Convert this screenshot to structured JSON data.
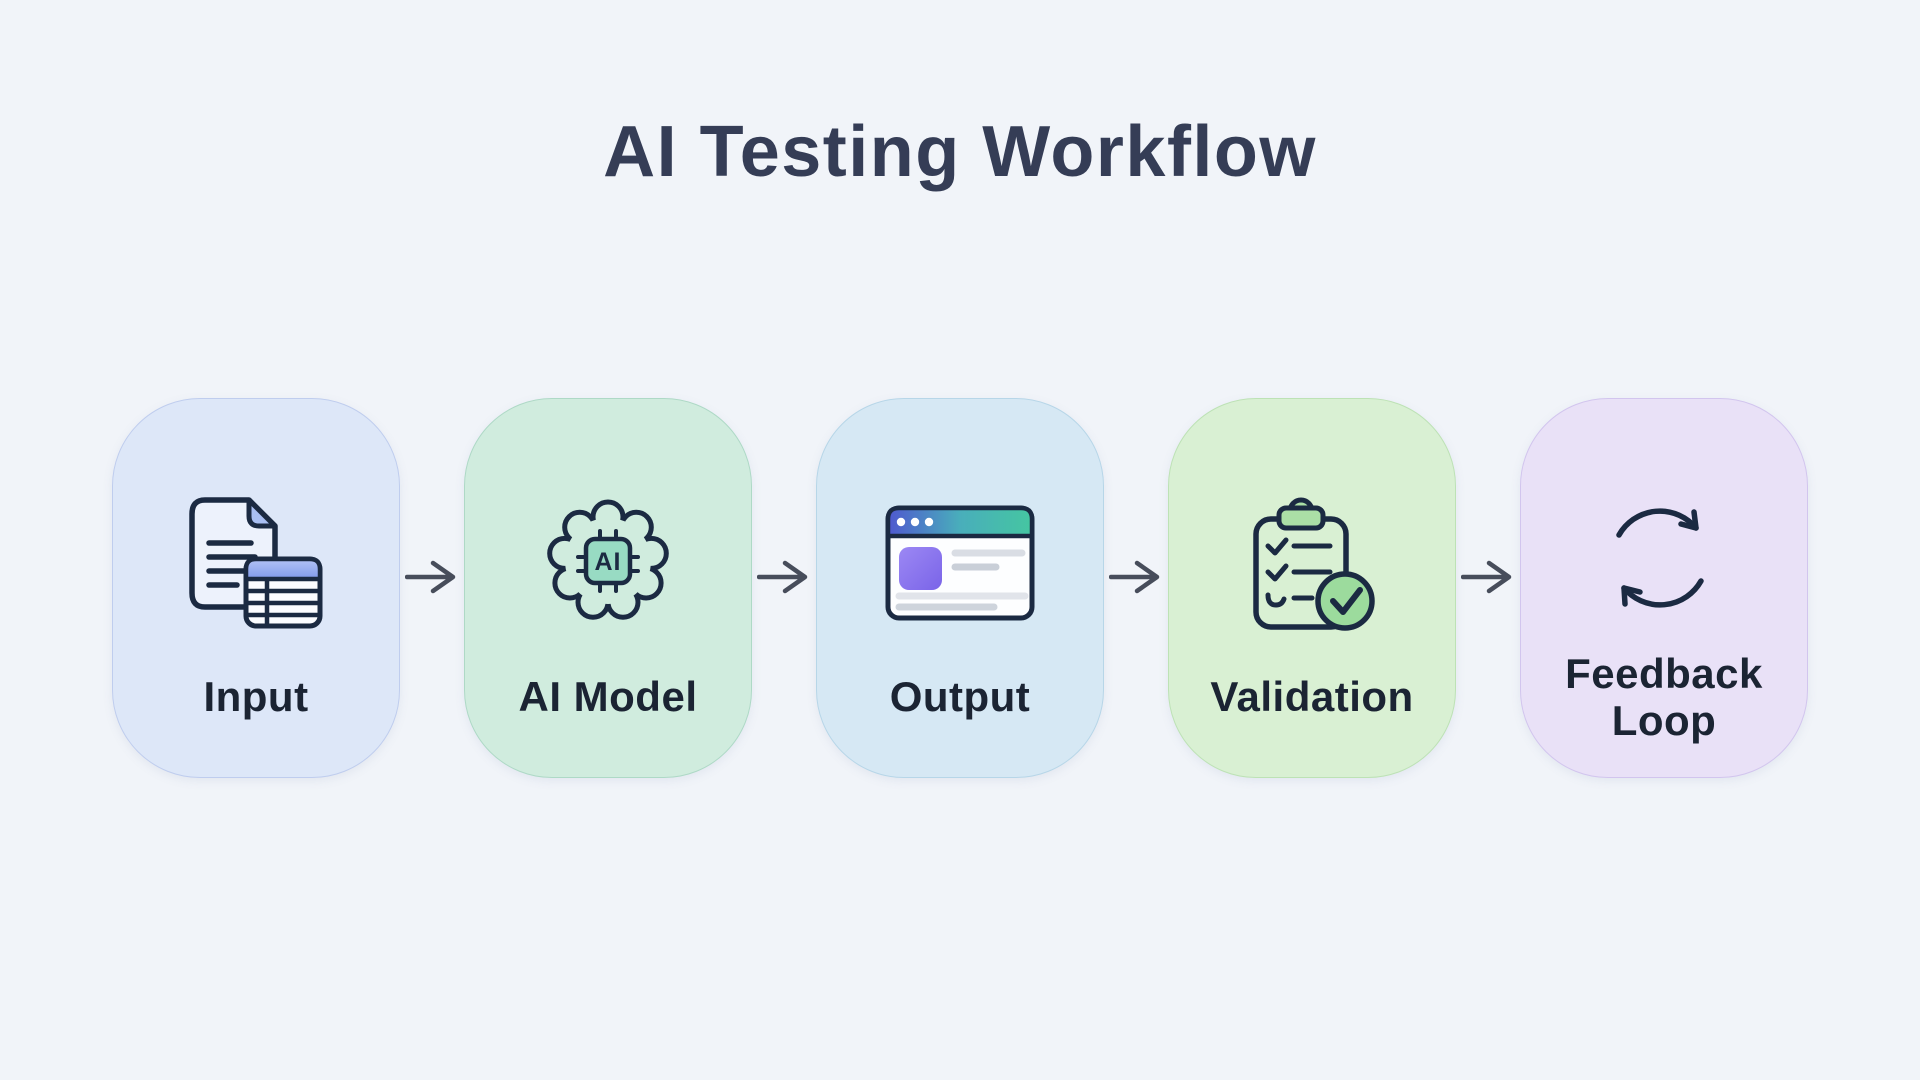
{
  "title": "AI Testing Workflow",
  "background_color": "#f1f4f9",
  "title_color": "#353d56",
  "label_color": "#1b2433",
  "icon_stroke_color": "#1b2a42",
  "steps": [
    {
      "label": "Input",
      "icon": "document-table-icon",
      "bg": "#dde7f8",
      "border": "#bfcdee"
    },
    {
      "label": "AI Model",
      "icon": "brain-chip-icon",
      "bg": "#d0ecde",
      "border": "#aed9c6",
      "chip_text": "AI"
    },
    {
      "label": "Output",
      "icon": "browser-window-icon",
      "bg": "#d6e8f4",
      "border": "#b7d6e8"
    },
    {
      "label": "Validation",
      "icon": "checklist-check-icon",
      "bg": "#d9f0d3",
      "border": "#bde2b5"
    },
    {
      "label": "Feedback Loop",
      "icon": "cycle-arrows-icon",
      "bg": "#e9e1f7",
      "border": "#d2c5ee"
    }
  ],
  "connector": {
    "icon": "arrow-right-icon",
    "color": "#474d5b"
  },
  "accent_colors": {
    "document_fold_blue": "#a9bff2",
    "table_header_blue": "#8aa3ee",
    "chip_fill_teal": "#98dbc3",
    "browser_header_gradient": [
      "#4f58cf",
      "#49aebb",
      "#45c6a1"
    ],
    "browser_tile_purple": "#8b76ee",
    "clipboard_clip_green": "#abdfa6",
    "check_circle_green": "#9cdb9d"
  }
}
